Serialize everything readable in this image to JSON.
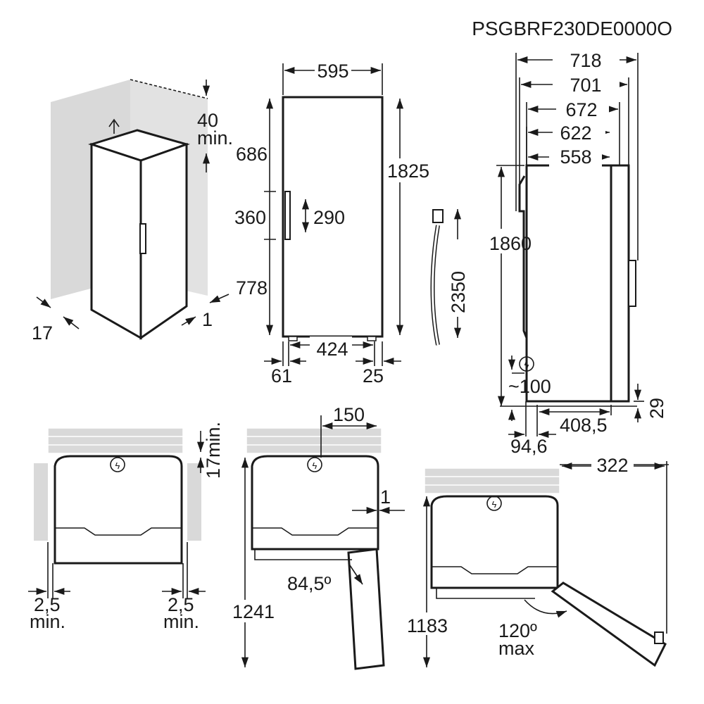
{
  "model": "PSGBRF230DE0000O",
  "panel_corner": {
    "top_gap": "40",
    "top_gap_min": "min.",
    "side_gap_left": "17",
    "side_gap_right": "1"
  },
  "panel_front": {
    "width": "595",
    "upper": "686",
    "handle_zone": "360",
    "handle": "290",
    "lower": "778",
    "height": "1825",
    "feet": "424",
    "left_foot": "61",
    "right_foot": "25"
  },
  "panel_cable": {
    "length": "2350"
  },
  "panel_side": {
    "d718": "718",
    "d701": "701",
    "d672": "672",
    "d622": "622",
    "d558": "558",
    "height": "1860",
    "cable": "~100",
    "foot_h": "29",
    "feet_span": "408,5",
    "foot_off": "94,6"
  },
  "panel_top1": {
    "wall_gap": "17min.",
    "left": "2,5",
    "left_min": "min.",
    "right": "2,5",
    "right_min": "min."
  },
  "panel_top2": {
    "hinge": "150",
    "side": "1",
    "angle": "84,5º",
    "depth": "1241"
  },
  "panel_top3": {
    "swing": "322",
    "depth": "1183",
    "angle": "120º",
    "angle_max": "max"
  }
}
